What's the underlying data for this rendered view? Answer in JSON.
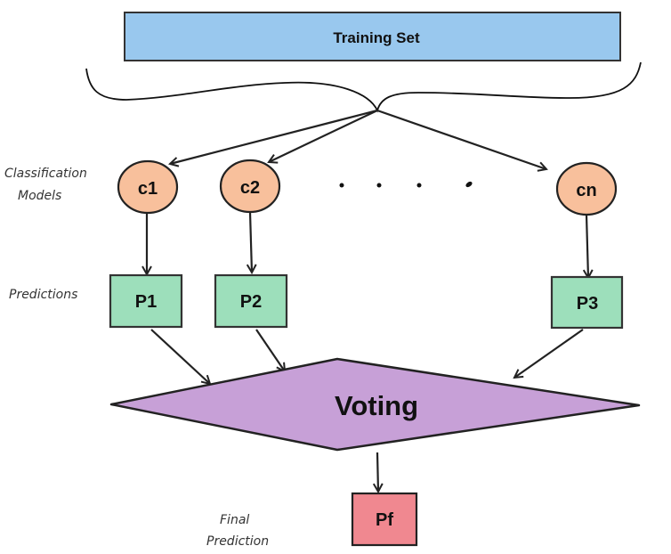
{
  "title": "Ensemble Voting Classifier Diagram",
  "colors": {
    "training_set": "#99c8ee",
    "model": "#f8c09c",
    "prediction": "#9ddfbb",
    "voting": "#c7a0d7",
    "final": "#f08890",
    "stroke": "#222222"
  },
  "training_set": {
    "label": "Training Set"
  },
  "side_labels": {
    "models_line1": "Classification",
    "models_line2": "Models",
    "predictions": "Predictions",
    "final_line1": "Final",
    "final_line2": "Prediction"
  },
  "models": [
    {
      "label": "c1"
    },
    {
      "label": "c2"
    },
    {
      "label": "cn"
    }
  ],
  "ellipsis": "· · · ·",
  "predictions": [
    {
      "label": "P1"
    },
    {
      "label": "P2"
    },
    {
      "label": "P3"
    }
  ],
  "voting": {
    "label": "Voting"
  },
  "final": {
    "label": "Pf"
  }
}
